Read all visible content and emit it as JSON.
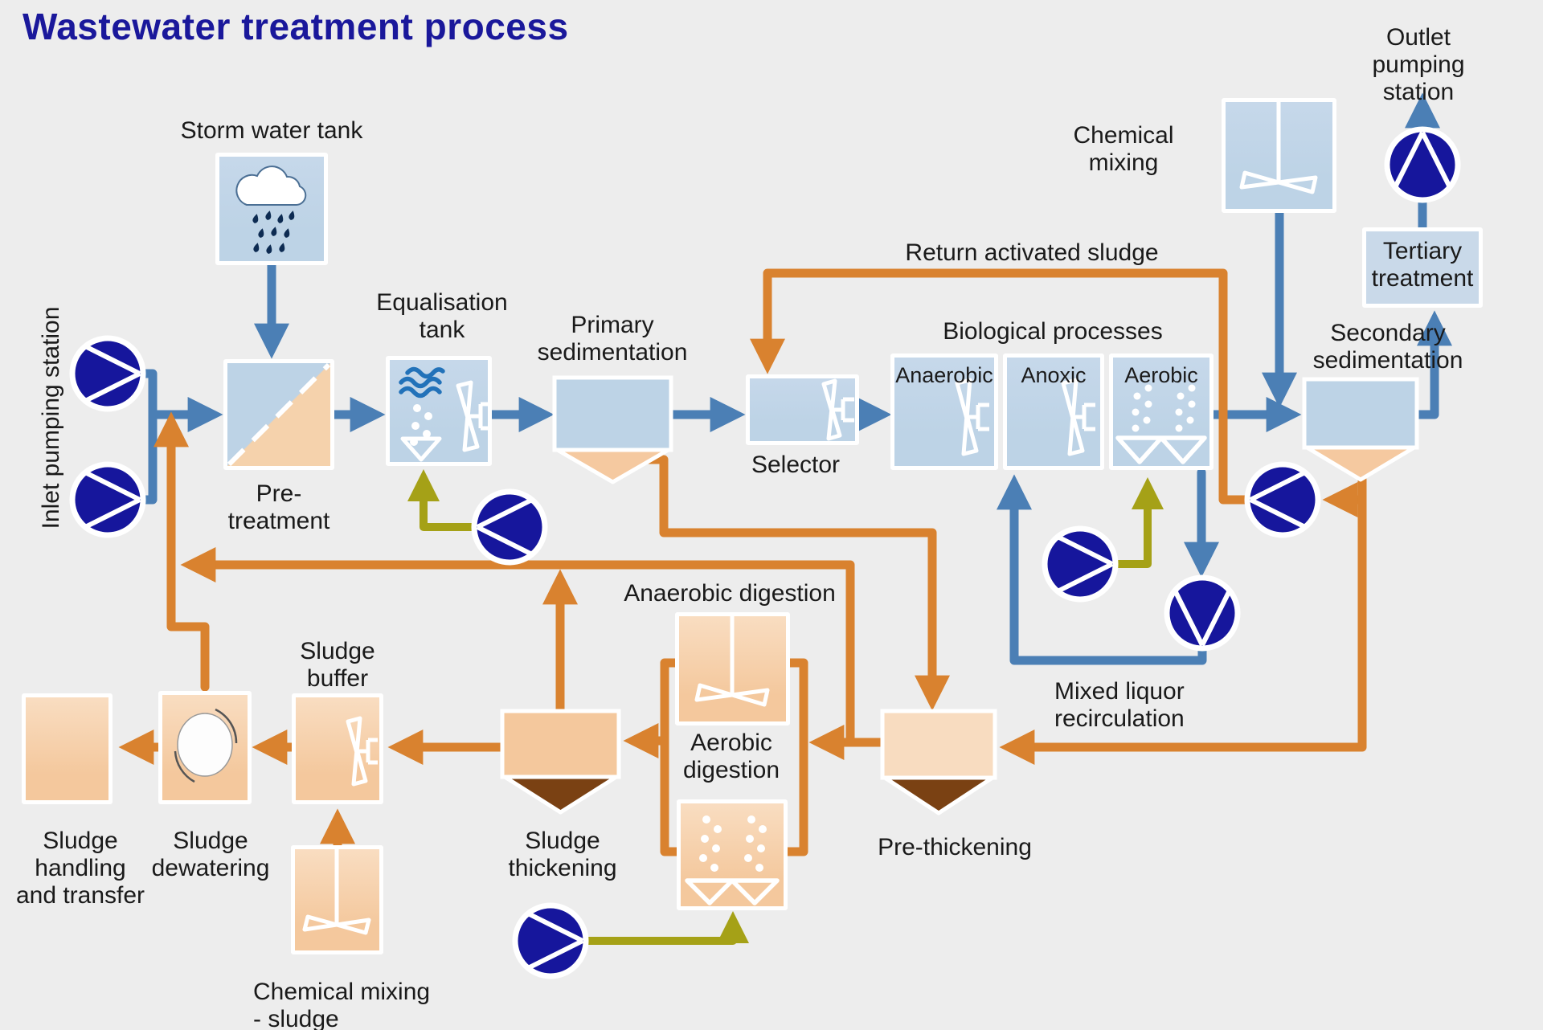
{
  "title": "Wastewater treatment process",
  "labels": {
    "storm_tank": "Storm water tank",
    "inlet_pumping": "Inlet pumping station",
    "pre_treatment": "Pre-\ntreatment",
    "equalisation": "Equalisation\ntank",
    "primary_sedimentation": "Primary\nsedimentation",
    "selector": "Selector",
    "biological": "Biological processes",
    "anaerobic": "Anaerobic",
    "anoxic": "Anoxic",
    "aerobic": "Aerobic",
    "return_sludge": "Return activated sludge",
    "chemical_mixing": "Chemical\nmixing",
    "outlet_pumping": "Outlet pumping\nstation",
    "tertiary": "Tertiary\ntreatment",
    "secondary_sedimentation": "Secondary\nsedimentation",
    "mixed_liquor": "Mixed liquor\nrecirculation",
    "anaerobic_digestion": "Anaerobic digestion",
    "aerobic_digestion": "Aerobic\ndigestion",
    "pre_thickening": "Pre-thickening",
    "sludge_thickening": "Sludge\nthickening",
    "sludge_buffer": "Sludge\nbuffer",
    "sludge_dewatering": "Sludge\ndewatering",
    "sludge_handling": "Sludge\nhandling\nand transfer",
    "chemical_mixing_sludge": "Chemical mixing\n- sludge"
  },
  "colors": {
    "background": "#ededed",
    "title": "#1a189b",
    "text": "#1a1a1a",
    "box_blue": "#bdd3e6",
    "box_blue_light": "#c9d9e9",
    "box_peach": "#f4c89d",
    "box_peach_light": "#f8dcc0",
    "funnel_peach": "#f5c9a0",
    "funnel_brown": "#7a4113",
    "pump_navy": "#16169c",
    "flow_blue": "#4b7fb5",
    "flow_orange": "#d9822f",
    "flow_olive": "#a5a117",
    "wave_blue": "#2272b9"
  }
}
